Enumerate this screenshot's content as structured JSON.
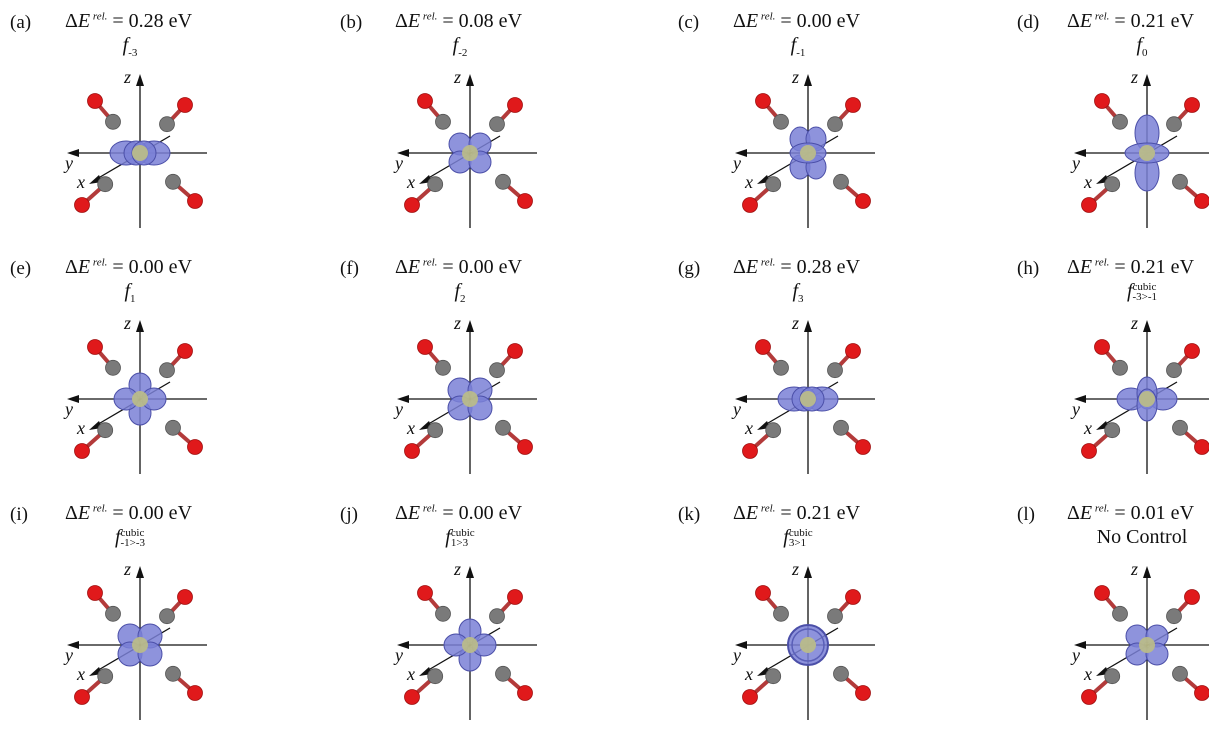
{
  "panels": [
    {
      "label": "(a)",
      "energy_value": "0.28",
      "orbital": "f",
      "sub": "-3",
      "sup": "",
      "shape": "y-lobes"
    },
    {
      "label": "(b)",
      "energy_value": "0.08",
      "orbital": "f",
      "sub": "-2",
      "sup": "",
      "shape": "clover"
    },
    {
      "label": "(c)",
      "energy_value": "0.00",
      "orbital": "f",
      "sub": "-1",
      "sup": "",
      "shape": "cross-z"
    },
    {
      "label": "(d)",
      "energy_value": "0.21",
      "orbital": "f",
      "sub": "0",
      "sup": "",
      "shape": "z-lobes"
    },
    {
      "label": "(e)",
      "energy_value": "0.00",
      "orbital": "f",
      "sub": "1",
      "sup": "",
      "shape": "cross-small"
    },
    {
      "label": "(f)",
      "energy_value": "0.00",
      "orbital": "f",
      "sub": "2",
      "sup": "",
      "shape": "clover-wide"
    },
    {
      "label": "(g)",
      "energy_value": "0.28",
      "orbital": "f",
      "sub": "3",
      "sup": "",
      "shape": "y-lobes"
    },
    {
      "label": "(h)",
      "energy_value": "0.21",
      "orbital": "f",
      "sub": "-3>-1",
      "sup": "cubic",
      "shape": "y-wide"
    },
    {
      "label": "(i)",
      "energy_value": "0.00",
      "orbital": "f",
      "sub": "-1>-3",
      "sup": "cubic",
      "shape": "clover-wide"
    },
    {
      "label": "(j)",
      "energy_value": "0.00",
      "orbital": "f",
      "sub": "1>3",
      "sup": "cubic",
      "shape": "cross-small"
    },
    {
      "label": "(k)",
      "energy_value": "0.21",
      "orbital": "f",
      "sub": "3>1",
      "sup": "cubic",
      "shape": "ring"
    },
    {
      "label": "(l)",
      "energy_value": "0.01",
      "orbital": "",
      "sub": "",
      "sup": "",
      "text": "No Control",
      "shape": "clover"
    }
  ],
  "energy_symbol": "ΔE",
  "energy_rel": "rel.",
  "energy_unit": "eV",
  "axis_labels": {
    "z": "z",
    "y": "y",
    "x": "x"
  },
  "colors": {
    "lobe_fill": "#7a80d6",
    "lobe_stroke": "#4b4fa8",
    "core": "#b9bb8a",
    "oxygen": "#e0191b",
    "carbon": "#7a7a7a",
    "bond": "#b33a3a"
  }
}
